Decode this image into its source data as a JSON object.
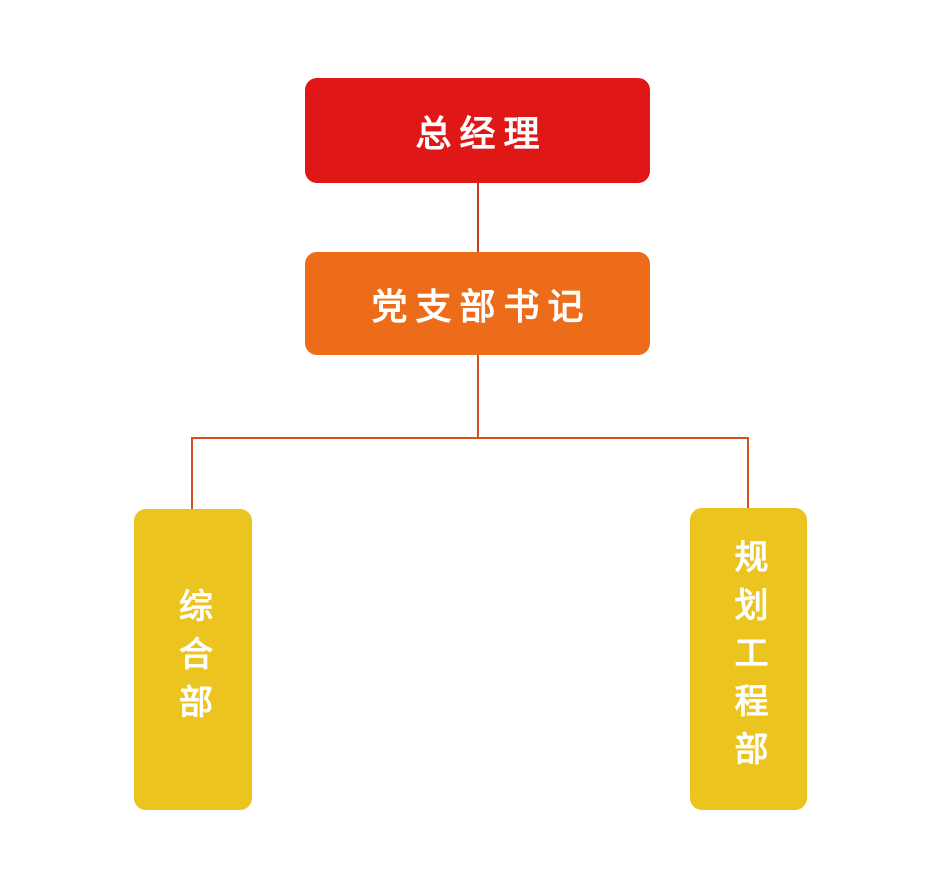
{
  "page": {
    "background_color": "#ffffff"
  },
  "diagram": {
    "type": "org-chart",
    "nodes": {
      "root": {
        "label": "总经理",
        "color": "#e01717",
        "text_color": "#ffffff",
        "orientation": "horizontal"
      },
      "secretary": {
        "label": "党支部书记",
        "color": "#ec6c1a",
        "text_color": "#ffffff",
        "orientation": "horizontal"
      },
      "dept_left": {
        "label": "综合部",
        "color": "#ecc41f",
        "text_color": "#ffffff",
        "orientation": "vertical"
      },
      "dept_right": {
        "label": "规划工程部",
        "color": "#ecc41f",
        "text_color": "#ffffff",
        "orientation": "vertical"
      }
    },
    "edges": [
      {
        "from": "root",
        "to": "secretary"
      },
      {
        "from": "secretary",
        "to": "dept_left"
      },
      {
        "from": "secretary",
        "to": "dept_right"
      }
    ],
    "connector_top_color": "#c63b20",
    "connector_bottom_color": "#d4521f"
  }
}
